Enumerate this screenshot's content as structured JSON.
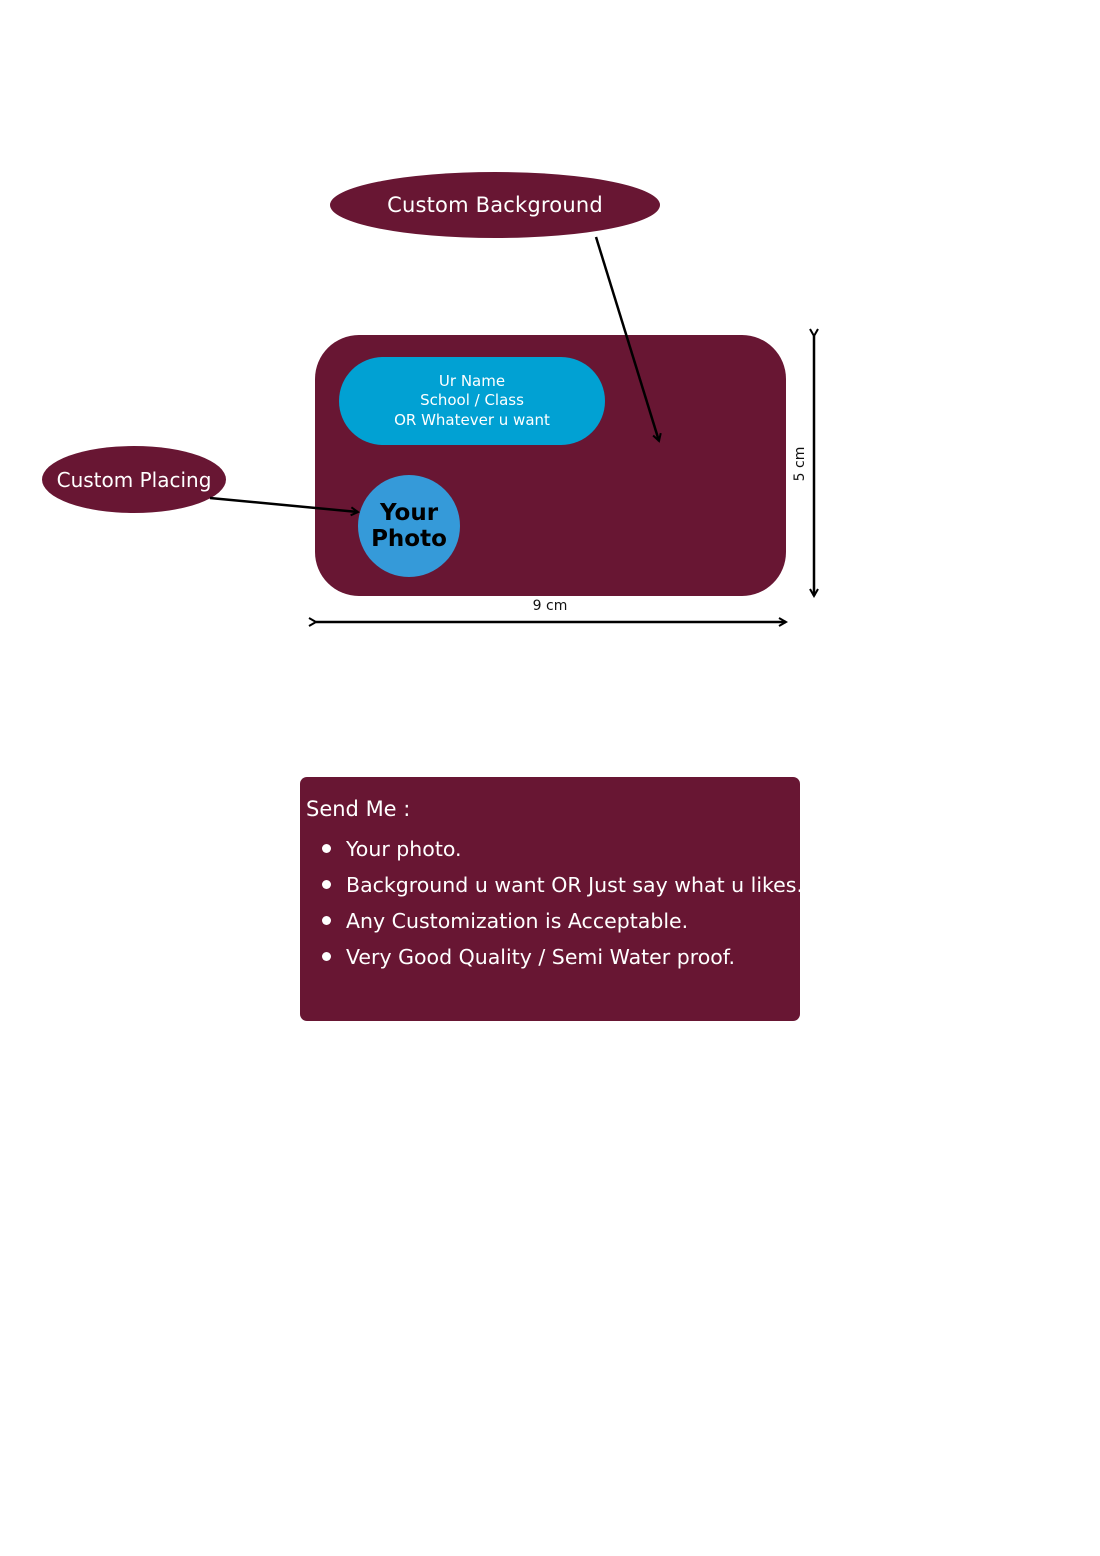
{
  "callouts": {
    "custom_background": "Custom Background",
    "custom_placing": "Custom Placing"
  },
  "card": {
    "name_lines": [
      "Ur Name",
      "School / Class",
      "OR Whatever u want"
    ],
    "photo_lines": [
      "Your",
      "Photo"
    ]
  },
  "dimensions": {
    "width": "9 cm",
    "height": "5 cm"
  },
  "info": {
    "title": "Send Me :",
    "items": [
      "Your photo.",
      "Background u want OR Just say what u likes.",
      "Any Customization is Acceptable.",
      "Very Good Quality / Semi Water proof."
    ]
  },
  "colors": {
    "maroon": "#681633",
    "name_pill_blue": "#01a1d3",
    "photo_blue": "#359ad9"
  }
}
